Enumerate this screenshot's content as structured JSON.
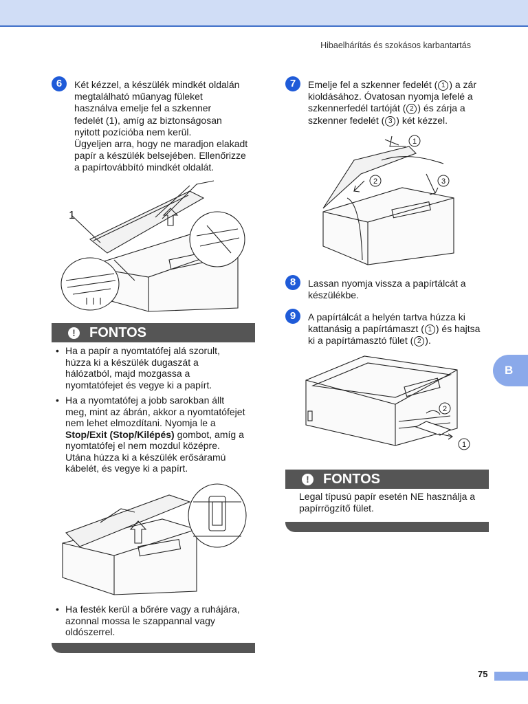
{
  "header": {
    "title": "Hibaelhárítás és szokásos karbantartás"
  },
  "steps": {
    "s6": {
      "num": "6",
      "text": "Két kézzel, a készülék mindkét oldalán\nmegtalálható műanyag füleket\nhasználva emelje fel a szkenner\nfedelét (1), amíg az biztonságosan\nnyitott pozícióba nem kerül.\nÜgyeljen arra, hogy ne maradjon elakadt\npapír a készülék belsejében. Ellenőrizze\na papírtovábbító mindkét oldalát."
    },
    "s7": {
      "num": "7",
      "l1a": "Emelje fel a szkenner fedelét (",
      "c1": "1",
      "l1b": ") a zár",
      "l2": "kioldásához. Óvatosan nyomja lefelé a",
      "l3a": "szkennerfedél tartóját (",
      "c2": "2",
      "l3b": ") és zárja a",
      "l4a": "szkenner fedelét (",
      "c3": "3",
      "l4b": ") két kézzel."
    },
    "s8": {
      "num": "8",
      "text": "Lassan nyomja vissza a papírtálcát a\nkészülékbe."
    },
    "s9": {
      "num": "9",
      "l1": "A papírtálcát a helyén tartva húzza ki",
      "l2a": "kattanásig a papírtámaszt (",
      "c1": "1",
      "l2b": ") és hajtsa",
      "l3a": "ki a papírtámasztó fület (",
      "c2": "2",
      "l3b": ")."
    }
  },
  "figures": {
    "fig6_label": "1",
    "fig7_labels": [
      "1",
      "2",
      "3"
    ],
    "fig9_labels": [
      "2",
      "1"
    ]
  },
  "fontos_left": {
    "title": "FONTOS",
    "icon": "!",
    "b1": "Ha a papír a nyomtatófej alá szorult,\nhúzza ki a készülék dugaszát a\nhálózatból, majd mozgassa a\nnyomtatófejet és vegye ki a papírt.",
    "b2_pre": "Ha a nyomtatófej a jobb sarokban állt\nmeg, mint az ábrán, akkor a nyomtatófejet\nnem lehet elmozdítani. Nyomja le a\n",
    "b2_bold": "Stop/Exit (Stop/Kilépés)",
    "b2_post": " gombot, amíg a\nnyomtatófej el nem mozdul középre.\nUtána húzza ki a készülék erősáramú\nkábelét, és vegye ki a papírt.",
    "b3": "Ha festék kerül a bőrére vagy a ruhájára,\nazonnal mossa le szappannal vagy\noldószerrel."
  },
  "fontos_right": {
    "title": "FONTOS",
    "icon": "!",
    "text": "Legal típusú papír esetén NE használja a\npapírrögzítő fület."
  },
  "side_tab": "B",
  "page_number": "75",
  "colors": {
    "accent": "#1f5bd8",
    "band": "#d0ddf6",
    "tab": "#8aa9ea",
    "fontos": "#555555"
  }
}
